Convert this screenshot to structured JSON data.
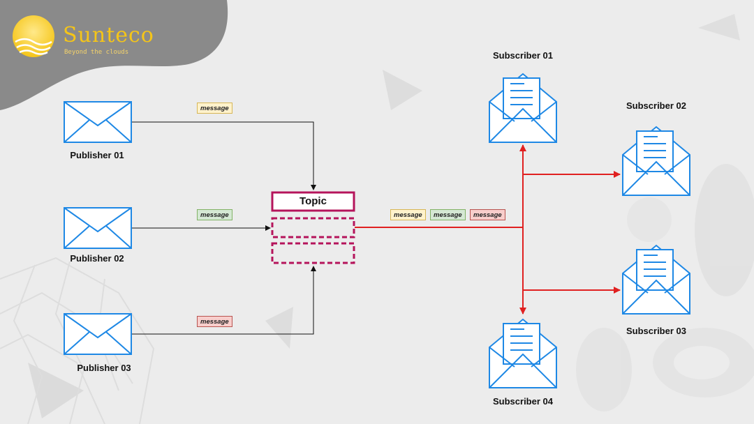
{
  "brand": {
    "name": "Sunteco",
    "tagline": "Beyond the clouds"
  },
  "diagram": {
    "topic_label": "Topic",
    "publishers": [
      {
        "label": "Publisher 01"
      },
      {
        "label": "Publisher 02"
      },
      {
        "label": "Publisher 03"
      }
    ],
    "subscribers": [
      {
        "label": "Subscriber 01"
      },
      {
        "label": "Subscriber 02"
      },
      {
        "label": "Subscriber 03"
      },
      {
        "label": "Subscriber 04"
      }
    ],
    "messages": {
      "pub1": "message",
      "pub2": "message",
      "pub3": "message",
      "out1": "message",
      "out2": "message",
      "out3": "message"
    }
  },
  "colors": {
    "envelope": "#1e88e5",
    "topic": "#b5145b",
    "fanout_arrow": "#e02020",
    "input_arrow": "#111111",
    "brand_accent": "#f5c518",
    "header_blob": "#8a8a8a"
  }
}
